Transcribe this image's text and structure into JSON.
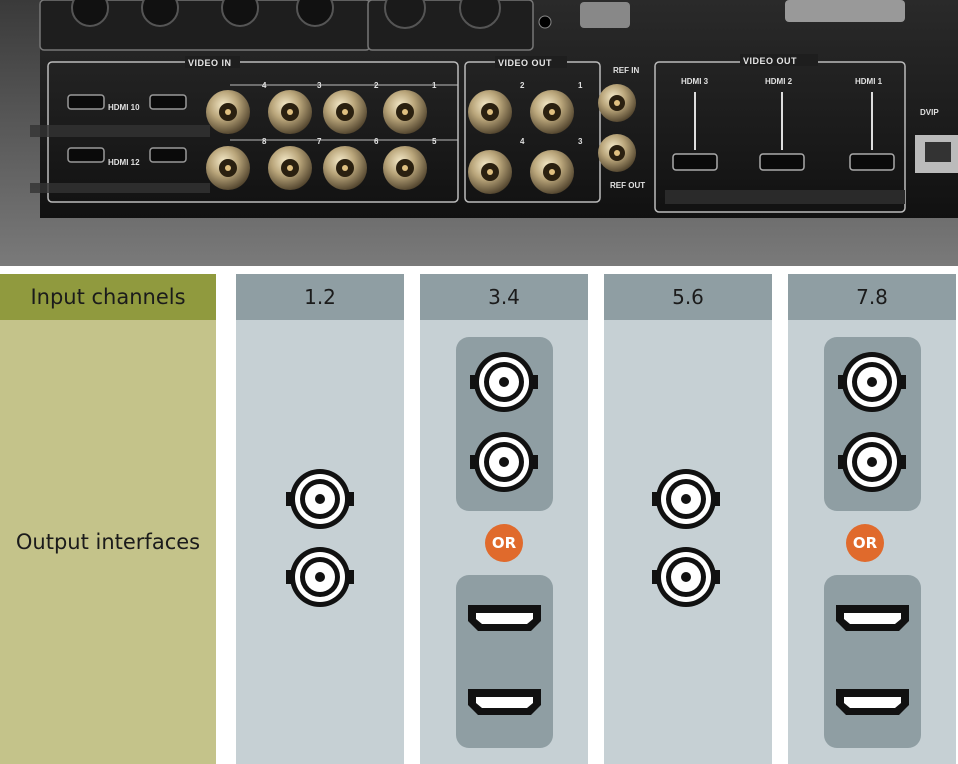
{
  "photo": {
    "labels": {
      "video_in": "VIDEO IN",
      "video_out_sdi": "VIDEO OUT",
      "video_out_hdmi": "VIDEO OUT",
      "ref_in": "REF IN",
      "ref_out": "REF OUT",
      "dvip": "DVIP",
      "hdmi_10": "HDMI 10",
      "hdmi_12": "HDMI 12",
      "hdmi_3": "HDMI 3",
      "hdmi_2": "HDMI 2",
      "hdmi_1": "HDMI 1",
      "in_top_nums": [
        "4",
        "3",
        "2",
        "1"
      ],
      "in_bot_nums": [
        "8",
        "7",
        "6",
        "5"
      ],
      "out_top_nums": [
        "2",
        "1"
      ],
      "out_bot_nums": [
        "4",
        "3"
      ]
    }
  },
  "table": {
    "row_header": "Input channels",
    "row_label": "Output interfaces",
    "or_label": "OR",
    "columns": [
      {
        "label": "1.2",
        "interfaces": [
          "BNC",
          "BNC"
        ]
      },
      {
        "label": "3.4",
        "interfaces": [
          "BNC",
          "BNC",
          "OR",
          "HDMI",
          "HDMI"
        ]
      },
      {
        "label": "5.6",
        "interfaces": [
          "BNC",
          "BNC"
        ]
      },
      {
        "label": "7.8",
        "interfaces": [
          "BNC",
          "BNC",
          "OR",
          "HDMI",
          "HDMI"
        ]
      }
    ]
  },
  "colors": {
    "label_header": "#909a3e",
    "label_body": "#c4c38a",
    "column_header": "#8f9ea3",
    "column_body": "#c6d0d4",
    "group_bg": "#8f9ea3",
    "or_badge": "#e06a2c"
  },
  "icons": [
    "bnc-connector-icon",
    "hdmi-connector-icon"
  ]
}
